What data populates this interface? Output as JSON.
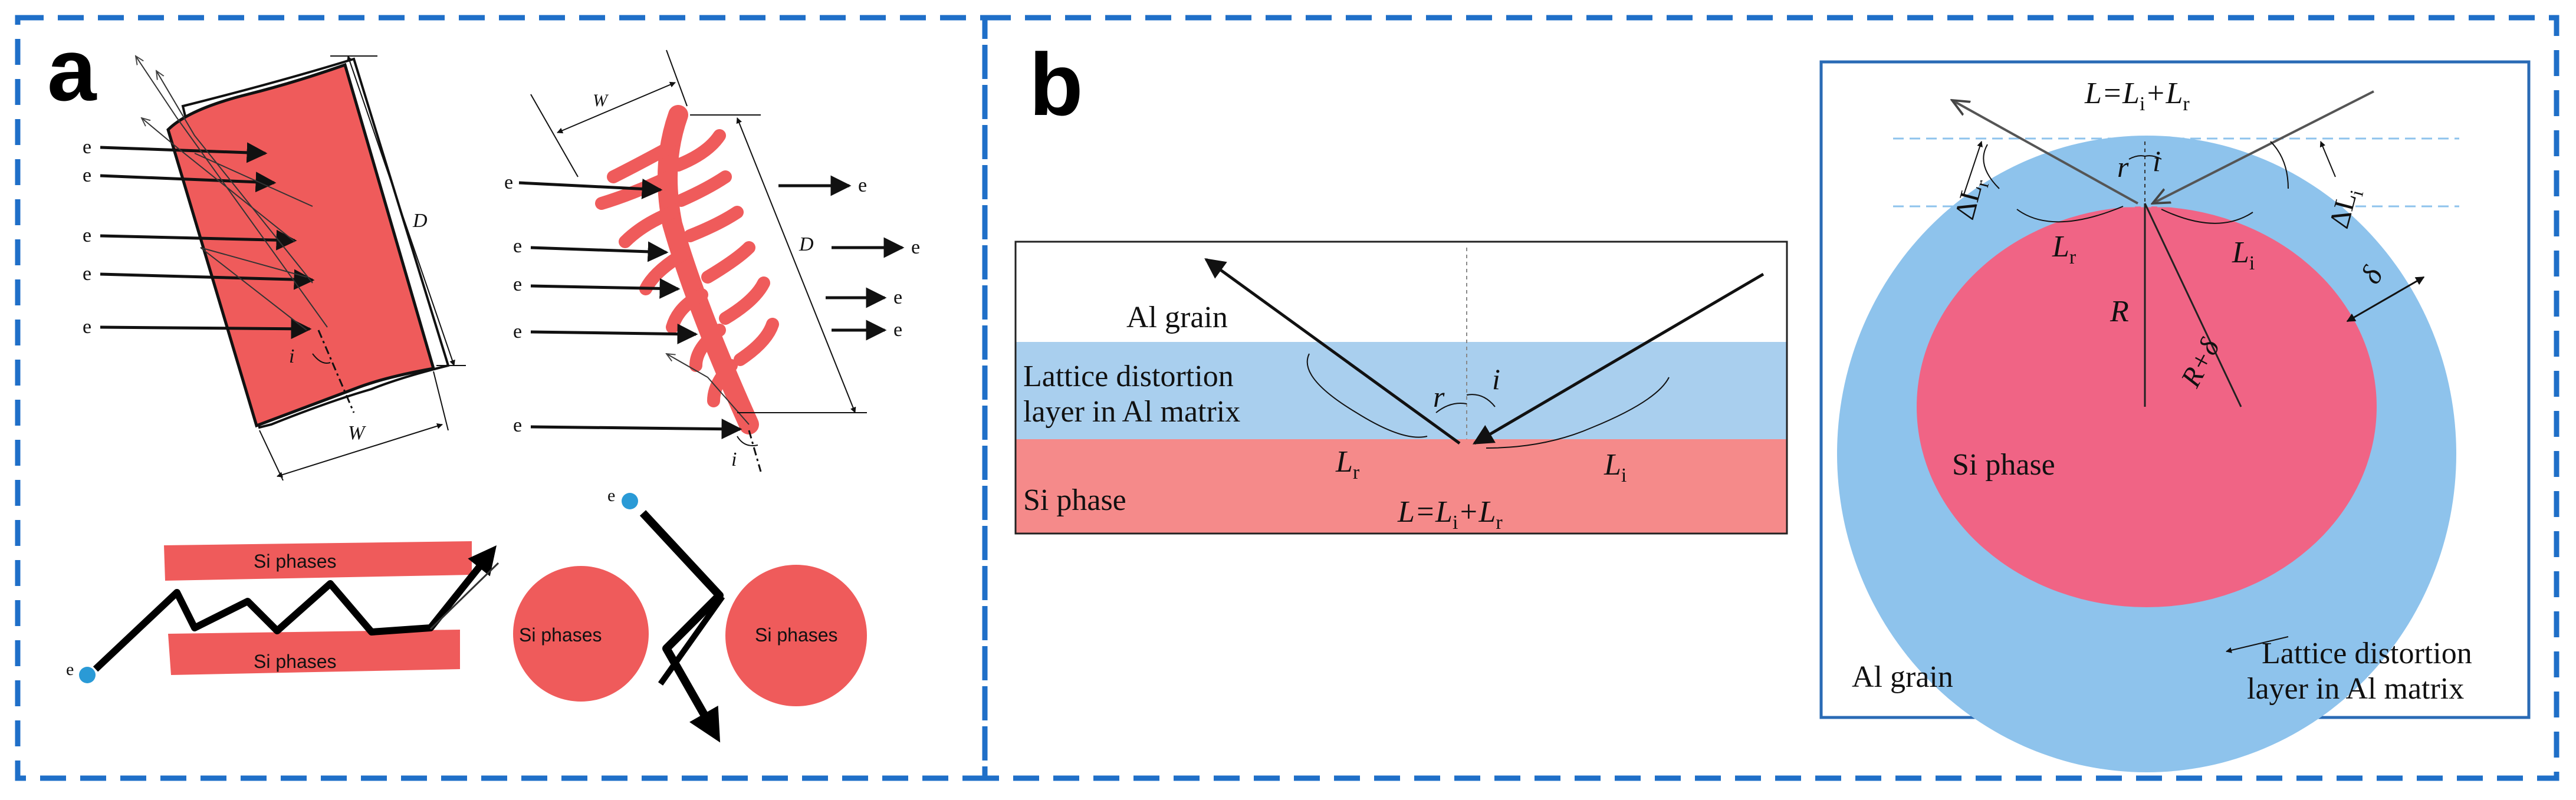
{
  "panel_a": {
    "letter": "a",
    "electron": "e",
    "width_label": "W",
    "depth_label": "D",
    "angle_label": "i",
    "si_phases": "Si phases"
  },
  "panel_b": {
    "letter": "b",
    "flat": {
      "al_grain": "Al grain",
      "lattice_line1": "Lattice distortion",
      "lattice_line2": "layer in Al matrix",
      "si_phase": "Si phase",
      "angle_r": "r",
      "angle_i": "i",
      "L_r": "L",
      "L_r_sub": "r",
      "L_i": "L",
      "L_i_sub": "i",
      "eq_L": "L=L",
      "eq_sub_i": "i",
      "eq_plus": "+L",
      "eq_sub_r": "r"
    },
    "circle": {
      "eq_L": "L=L",
      "eq_sub_i": "i",
      "eq_plus": "+L",
      "eq_sub_r": "r",
      "angle_r": "r",
      "angle_i": "i",
      "delta_L": "ΔL",
      "sub_r": "r",
      "sub_i": "i",
      "L": "L",
      "R": "R",
      "R_delta": "R+δ",
      "delta": "δ",
      "si_phase": "Si phase",
      "al_grain": "Al grain",
      "lattice_line1": "Lattice distortion",
      "lattice_line2": "layer in Al matrix"
    }
  },
  "colors": {
    "border_blue": "#1f6fc8",
    "si_red": "#ef5b5b",
    "si_pink": "#f06485",
    "lattice_blue": "#8ec3ec",
    "flat_blue": "#a9cfee",
    "flat_red": "#f58a8a",
    "electron_dot": "#2a9ad6"
  }
}
